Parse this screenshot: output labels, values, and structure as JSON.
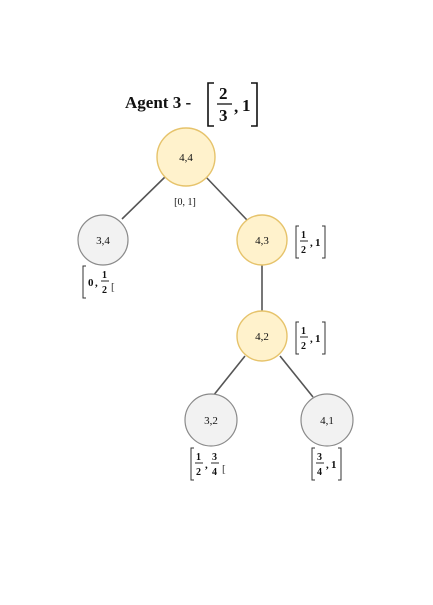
{
  "title": {
    "label": "Agent 3 -",
    "interval": {
      "open": "[",
      "num": "2",
      "den": "3",
      "sep": ",",
      "upper": "1",
      "close": "]"
    }
  },
  "colors": {
    "highlight_fill": "#fff2cc",
    "highlight_stroke": "#e6c36b",
    "plain_fill": "#f2f2f2",
    "plain_stroke": "#8a8a8a",
    "edge": "#555555",
    "text": "#111111"
  },
  "nodes": [
    {
      "id": "n44",
      "label": "4,4",
      "highlight": true,
      "interval": {
        "plain": "[0, 1]"
      }
    },
    {
      "id": "n34",
      "label": "3,4",
      "highlight": false,
      "interval": {
        "open": "[",
        "lower": "0",
        "num": "1",
        "den": "2",
        "close": "["
      }
    },
    {
      "id": "n43",
      "label": "4,3",
      "highlight": true,
      "interval": {
        "open": "[",
        "num": "1",
        "den": "2",
        "sep": ",",
        "upper": "1",
        "close": "]"
      }
    },
    {
      "id": "n42",
      "label": "4,2",
      "highlight": true,
      "interval": {
        "open": "[",
        "num": "1",
        "den": "2",
        "sep": ",",
        "upper": "1",
        "close": "]"
      }
    },
    {
      "id": "n32",
      "label": "3,2",
      "highlight": false,
      "interval": {
        "open": "[",
        "num": "1",
        "den": "2",
        "sep": ",",
        "num2": "3",
        "den2": "4",
        "close": "["
      }
    },
    {
      "id": "n41",
      "label": "4,1",
      "highlight": false,
      "interval": {
        "open": "[",
        "num": "3",
        "den": "4",
        "sep": ",",
        "upper": "1",
        "close": "]"
      }
    }
  ],
  "edges": [
    {
      "from": "n44",
      "to": "n34"
    },
    {
      "from": "n44",
      "to": "n43"
    },
    {
      "from": "n43",
      "to": "n42"
    },
    {
      "from": "n42",
      "to": "n32"
    },
    {
      "from": "n42",
      "to": "n41"
    }
  ]
}
